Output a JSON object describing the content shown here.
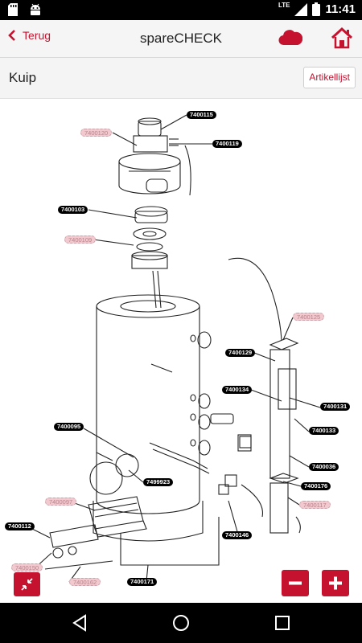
{
  "status_bar": {
    "time": "11:41",
    "network_label": "LTE",
    "icons": [
      "sd-card-icon",
      "android-icon",
      "signal-icon",
      "battery-icon"
    ]
  },
  "app_bar": {
    "back_label": "Terug",
    "title": "spareCHECK",
    "accent_color": "#c4122f",
    "icons": [
      "chevron-left-icon",
      "cloud-icon",
      "home-icon"
    ]
  },
  "sub_bar": {
    "title": "Kuip",
    "artikellijst_label": "Artikellijst"
  },
  "parts": [
    {
      "id": "p115",
      "label": "7400115",
      "faded": false
    },
    {
      "id": "p120",
      "label": "7400120",
      "faded": true
    },
    {
      "id": "p119",
      "label": "7400119",
      "faded": false
    },
    {
      "id": "p103",
      "label": "7400103",
      "faded": false
    },
    {
      "id": "p109",
      "label": "7400109",
      "faded": true
    },
    {
      "id": "p125",
      "label": "7400125",
      "faded": true
    },
    {
      "id": "p129",
      "label": "7400129",
      "faded": false
    },
    {
      "id": "p134",
      "label": "7400134",
      "faded": false
    },
    {
      "id": "p131",
      "label": "7400131",
      "faded": false
    },
    {
      "id": "p133",
      "label": "7400133",
      "faded": false
    },
    {
      "id": "p095",
      "label": "7400095",
      "faded": false
    },
    {
      "id": "p036",
      "label": "7400036",
      "faded": false
    },
    {
      "id": "p923",
      "label": "7499923",
      "faded": false
    },
    {
      "id": "p176",
      "label": "7400176",
      "faded": false
    },
    {
      "id": "p097",
      "label": "7400097",
      "faded": true
    },
    {
      "id": "p117",
      "label": "7400117",
      "faded": true
    },
    {
      "id": "p112",
      "label": "7400112",
      "faded": false
    },
    {
      "id": "p146",
      "label": "7400146",
      "faded": false
    },
    {
      "id": "p150",
      "label": "7400150",
      "faded": true
    },
    {
      "id": "p162",
      "label": "7400162",
      "faded": true
    },
    {
      "id": "p171",
      "label": "7400171",
      "faded": false
    }
  ],
  "controls": {
    "icons": [
      "collapse-arrows-icon",
      "minus-icon",
      "plus-icon"
    ]
  },
  "nav_bar": {
    "icons": [
      "back-triangle-icon",
      "home-circle-icon",
      "recents-square-icon"
    ]
  }
}
